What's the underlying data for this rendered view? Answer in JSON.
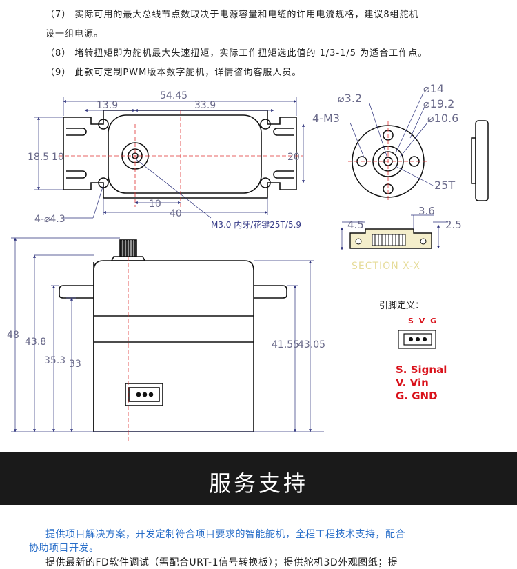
{
  "notes": {
    "n7_line1": "（7） 实际可用的最大总线节点数取决于电源容量和电缆的许用电流规格，建议8组舵机",
    "n7_line2": "设一组电源。",
    "n8": "（8） 堵转扭矩即为舵机最大失速扭矩，实际工作扭矩选此值的 1/3-1/5 为适合工作点。",
    "n9": "（9） 此款可定制PWM版本数字舵机，详情咨询客服人员。"
  },
  "top_view": {
    "dim_overall": "54.45",
    "dim_left": "13.9",
    "dim_right": "33.9",
    "dim_height_left": "18.5",
    "dim_height_left2": "10",
    "dim_height_right": "20",
    "dim_bottom_small": "10",
    "dim_bottom_body": "40",
    "holes": "4-⌀4.3",
    "spline_note": "M3.0 内牙/花键25T/5.9"
  },
  "horn_view": {
    "d_small": "⌀3.2",
    "d_14": "⌀14",
    "d_19": "⌀19.2",
    "d_10": "⌀10.6",
    "threads": "4-M3",
    "teeth": "25T"
  },
  "section_view": {
    "dim_45": "4.5",
    "dim_36": "3.6",
    "dim_25": "2.5",
    "label": "SECTION X-X"
  },
  "side_view": {
    "h48": "48",
    "h438": "43.8",
    "h353": "35.3",
    "h33": "33",
    "h4155": "41.55",
    "h4305": "43.05"
  },
  "pinout": {
    "title": "引脚定义：",
    "letters": "S V G",
    "signal": "S. Signal",
    "vin": "V. Vin",
    "gnd": "G. GND",
    "accent": "#d9121b"
  },
  "service": {
    "title": "服务支持",
    "p1_line1": "提供项目解决方案，开发定制符合项目要求的智能舵机，全程工程技术支持，配合",
    "p1_line2": "协助项目开发。",
    "p2": "提供最新的FD软件调试（需配合URT-1信号转换板）；提供舵机3D外观图纸；提"
  }
}
